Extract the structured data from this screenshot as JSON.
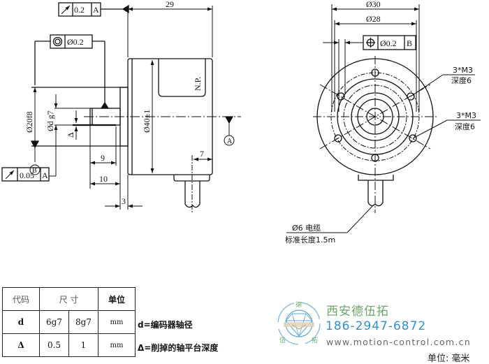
{
  "side_view": {
    "runout_top": {
      "symbol": "circular-runout",
      "tolerance": "0.2",
      "datum": "A"
    },
    "concentricity": {
      "symbol": "concentricity",
      "tolerance": "Ø0.2"
    },
    "runout_bottom": {
      "symbol": "circular-runout",
      "tolerance": "0.05",
      "datum": "A"
    },
    "dim_length": "29",
    "dim_body_dia": "Ø40±1",
    "dim_flange_dia": "Ø20f8",
    "dim_shaft_dia": "Ød g7",
    "dim_flat": "Δ",
    "dim_9": "9",
    "dim_10": "10",
    "dim_3": "3",
    "dim_7": "7",
    "label_np": "N.P.",
    "datum_a": "A",
    "datum_b": "B"
  },
  "front_view": {
    "dim_outer": "Ø30",
    "dim_inner": "Ø28",
    "position_tol": {
      "symbol": "position",
      "tolerance": "Ø0.2",
      "datum": "B"
    },
    "hole_note_1": {
      "line1": "3*M3",
      "line2": "深度6"
    },
    "hole_note_2": {
      "line1": "3*M3",
      "line2": "深度6"
    },
    "cable_note": {
      "line1": "Ø6 电缆",
      "line2": "标准长度1.5m"
    }
  },
  "spec_table": {
    "headers": [
      "代码",
      "尺 寸",
      "单位"
    ],
    "rows": [
      {
        "code": "d",
        "v1": "6g7",
        "v2": "8g7",
        "unit": "mm"
      },
      {
        "code": "Δ",
        "v1": "0.5",
        "v2": "1",
        "unit": "mm"
      }
    ]
  },
  "legend": {
    "d_note": "d=编码器轴径",
    "delta_note": "Δ=削掉的轴平台深度"
  },
  "brand": {
    "name": "西安德伍拓",
    "phone": "186-2947-6872",
    "url": "www.motion-control.com.cn",
    "logo_chars": [
      "德",
      "伍",
      "拓"
    ],
    "color_name": "#6aa86b",
    "color_phone": "#2f8fd0"
  },
  "unit_note": "单位: 毫米"
}
